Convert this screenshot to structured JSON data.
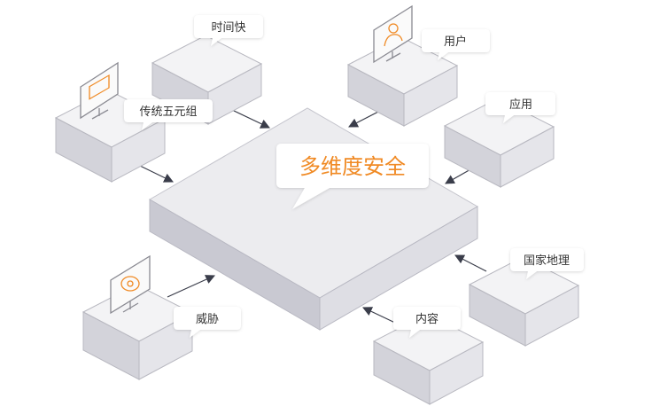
{
  "diagram": {
    "center": {
      "label": "多维度安全"
    },
    "nodes": [
      {
        "id": "time",
        "label": "时间快",
        "icon": "none"
      },
      {
        "id": "user",
        "label": "用户",
        "icon": "user-monitor-icon"
      },
      {
        "id": "tuple",
        "label": "传统五元组",
        "icon": "screen-monitor-icon"
      },
      {
        "id": "app",
        "label": "应用",
        "icon": "none"
      },
      {
        "id": "geo",
        "label": "国家地理",
        "icon": "none"
      },
      {
        "id": "threat",
        "label": "威胁",
        "icon": "cloud-monitor-icon"
      },
      {
        "id": "content",
        "label": "内容",
        "icon": "none"
      }
    ]
  },
  "colors": {
    "accent": "#f08a24",
    "box_top": "#f2f2f4",
    "box_left": "#d2d2d8",
    "box_right": "#e3e3e8",
    "edge": "#b0b0b8",
    "arrow": "#3a3d4a",
    "text": "#333333"
  }
}
